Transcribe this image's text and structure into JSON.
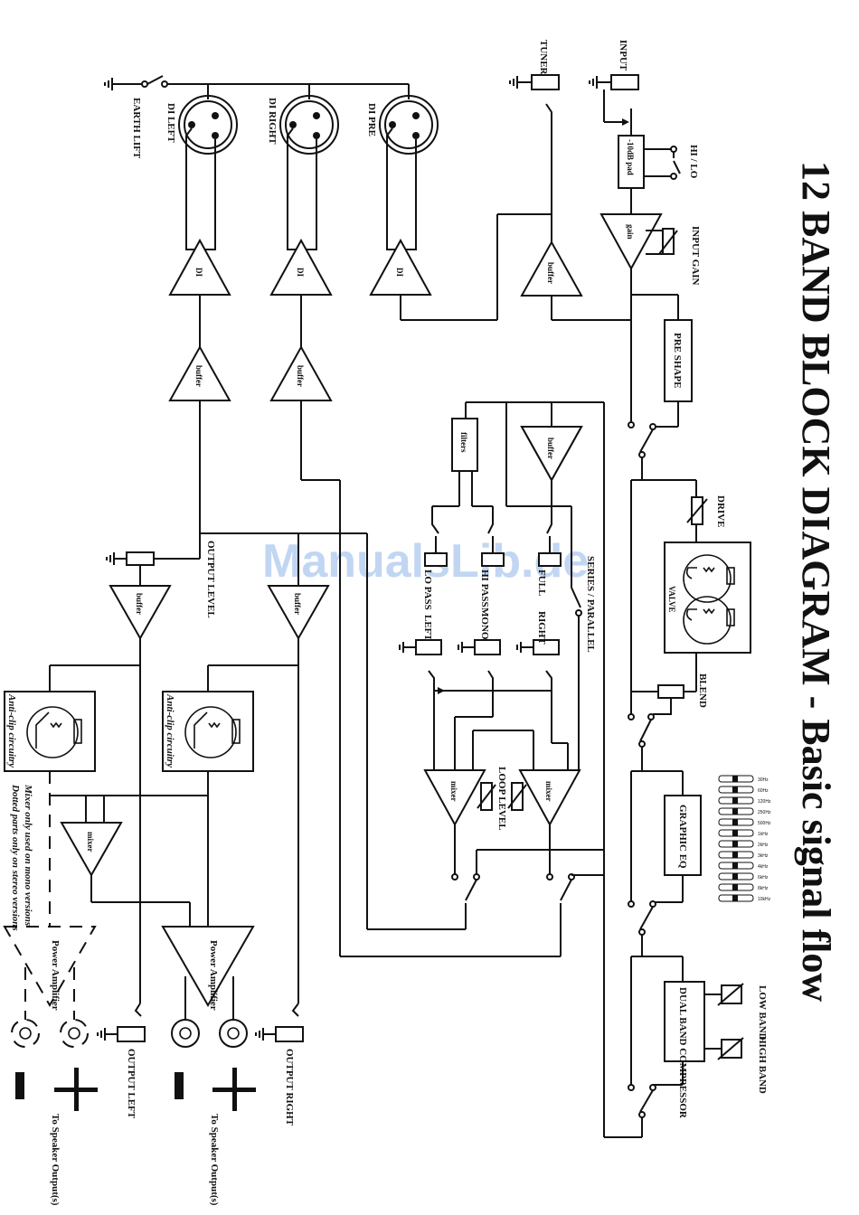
{
  "title": "12 BAND BLOCK DIAGRAM - Basic signal flow",
  "watermark": "ManualsLib.de",
  "labels": {
    "input": "INPUT",
    "tuner": "TUNER",
    "hi_lo": "HI / LO",
    "pad": "-10dB pad",
    "gain": "gain",
    "input_gain": "INPUT GAIN",
    "pre_shape": "PRE SHAPE",
    "drive": "DRIVE",
    "valve": "VALVE",
    "blend": "BLEND",
    "graphic_eq": "GRAPHIC EQ",
    "dual_band_compressor": "DUAL BAND COMPRESSOR",
    "low_band": "LOW BAND",
    "high_band": "HIGH BAND",
    "earth_lift": "EARTH LIFT",
    "di_left": "DI LEFT",
    "di_right": "DI RIGHT",
    "di_pre": "DI PRE",
    "di": "DI",
    "buffer": "buffer",
    "filters": "filters",
    "output_level": "OUTPUT LEVEL",
    "lo_pass": "LO PASS",
    "hi_pass": "HI PASS",
    "full": "FULL",
    "left": "LEFT",
    "mono": "MONO",
    "right": "RIGHT",
    "series_parallel": "SERIES / PARALLEL",
    "loop_level": "LOOP LEVEL",
    "mixer": "mixer",
    "anti_clip": "Anti-clip circuitry",
    "power_amplifier": "Power Amplifier",
    "output_left": "OUTPUT LEFT",
    "output_right": "OUTPUT RIGHT",
    "to_speaker": "To Speaker Output(s)",
    "plus": "+",
    "minus": "-",
    "note1": "Mixer only used on mono versions",
    "note2": "Dotted parts only on stereo versions"
  },
  "eq_bands": [
    "30Hz",
    "60Hz",
    "120Hz",
    "250Hz",
    "500Hz",
    "1kHz",
    "2kHz",
    "3kHz",
    "4kHz",
    "6kHz",
    "8kHz",
    "10kHz"
  ]
}
